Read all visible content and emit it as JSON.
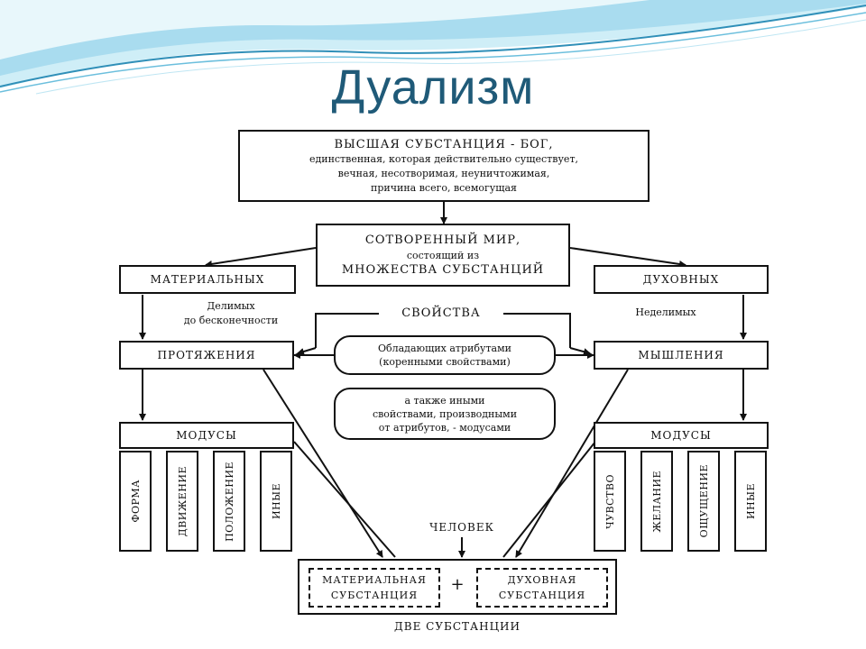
{
  "slide": {
    "title": "Дуализм",
    "theme_colors": {
      "title": "#1f5a78",
      "wave_light": "#a9dcef",
      "wave_dark": "#2f8fb8"
    }
  },
  "diagram": {
    "top_box": {
      "line1": "ВЫСШАЯ СУБСТАНЦИЯ - БОГ,",
      "line2": "единственная, которая действительно существует,",
      "line3": "вечная, несотворимая, неуничтожимая,",
      "line4": "причина всего, всемогущая"
    },
    "world_box": {
      "line1": "СОТВОРЕННЫЙ МИР,",
      "line2": "состоящий из",
      "line3": "МНОЖЕСТВА СУБСТАНЦИЙ"
    },
    "material_box": "МАТЕРИАЛЬНЫХ",
    "spiritual_box": "ДУХОВНЫХ",
    "divisible_text": {
      "line1": "Делимых",
      "line2": "до бесконечности"
    },
    "indivisible_text": "Неделимых",
    "properties_label": "СВОЙСТВА",
    "extension_box": "ПРОТЯЖЕНИЯ",
    "thinking_box": "МЫШЛЕНИЯ",
    "attributes_oval": {
      "line1": "Обладающих атрибутами",
      "line2": "(коренными свойствами)"
    },
    "modes_oval": {
      "line1": "а также иными",
      "line2": "свойствами, производными",
      "line3": "от атрибутов, - модусами"
    },
    "left_modes": {
      "header": "МОДУСЫ",
      "items": [
        "ФОРМА",
        "ДВИЖЕНИЕ",
        "ПОЛОЖЕНИЕ",
        "ИНЫЕ"
      ]
    },
    "right_modes": {
      "header": "МОДУСЫ",
      "items": [
        "ЧУВСТВО",
        "ЖЕЛАНИЕ",
        "ОЩУЩЕНИЕ",
        "ИНЫЕ"
      ]
    },
    "human_label": "ЧЕЛОВЕК",
    "bottom_box": {
      "material": {
        "line1": "МАТЕРИАЛЬНАЯ",
        "line2": "СУБСТАНЦИЯ"
      },
      "plus": "+",
      "spiritual": {
        "line1": "ДУХОВНАЯ",
        "line2": "СУБСТАНЦИЯ"
      }
    },
    "bottom_caption": "ДВЕ СУБСТАНЦИИ"
  }
}
